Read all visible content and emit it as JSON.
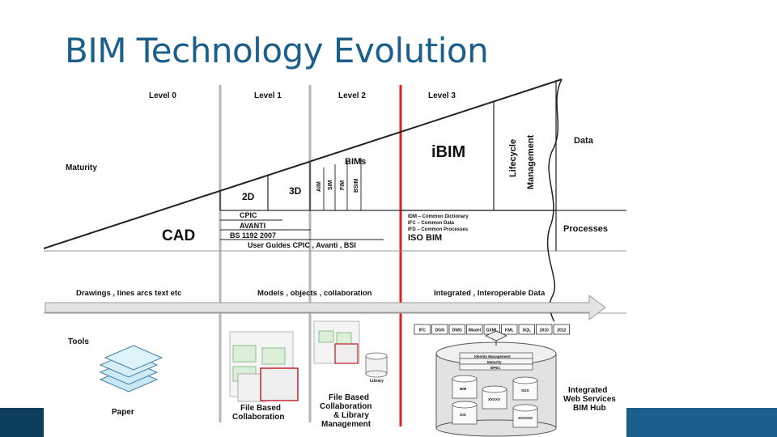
{
  "slide": {
    "title": "BIM Technology Evolution"
  },
  "diagram": {
    "levels": [
      "Level 0",
      "Level 1",
      "Level 2",
      "Level 3"
    ],
    "rows": {
      "maturity": "Maturity",
      "tools": "Tools"
    },
    "cad": "CAD",
    "two_d": "2D",
    "three_d": "3D",
    "bims": "BIMs",
    "bim_types": [
      "AIM",
      "SIM",
      "FIM",
      "BSIM"
    ],
    "ibim": "iBIM",
    "lifecycle": [
      "Lifecycle",
      "Management"
    ],
    "data": "Data",
    "processes": "Processes",
    "standards": [
      "CPIC",
      "AVANTI",
      "BS 1192  2007",
      "User Guides CPIC , Avanti , BSI"
    ],
    "level3_standards": [
      "IDM – Common Dictionary",
      "IFC – Common Data",
      "IFD – Common Processes"
    ],
    "iso_bim": "ISO BIM",
    "arrow_labels": {
      "drawings": "Drawings ,  lines arcs text etc",
      "models": "Models ,  objects , collaboration",
      "integrated": "Integrated ,  Interoperable Data"
    },
    "formats": [
      "IFC",
      "DGN",
      "DWG",
      "iModel",
      "GXML",
      "KML",
      "SQL",
      "2010",
      "2012"
    ],
    "hub_boxes": [
      "Identity Management",
      "Maturity",
      "BPEC"
    ],
    "hub_db_labels": [
      "BIM",
      "SGS",
      "GIS",
      "XXXXX",
      "XXXXXX"
    ],
    "library": "Library",
    "tool_labels": {
      "paper": "Paper",
      "file_based": [
        "File Based",
        "Collaboration"
      ],
      "file_based_library": [
        "File Based",
        "Collaboration",
        "& Library",
        "Management"
      ],
      "hub": [
        "Integrated",
        "Web Services",
        "BIM Hub"
      ]
    }
  }
}
